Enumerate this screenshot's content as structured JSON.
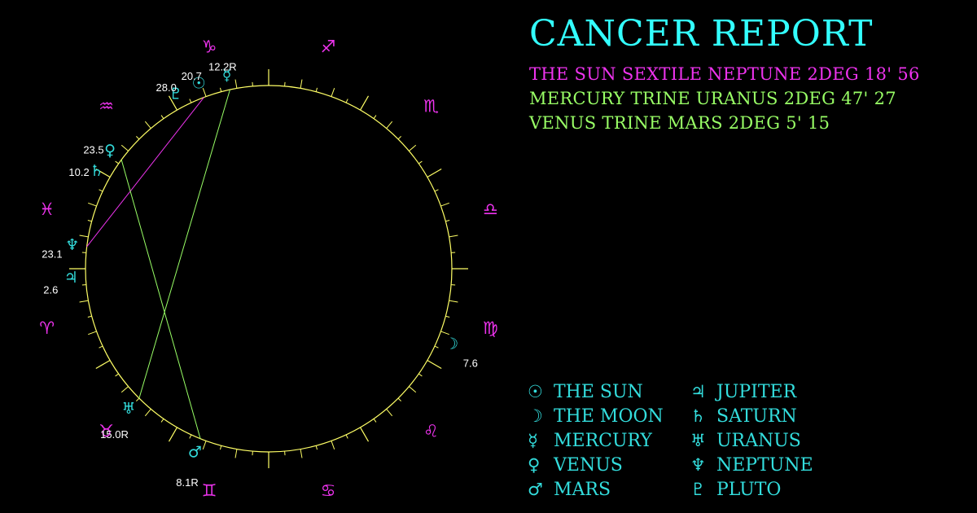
{
  "title": "CANCER REPORT",
  "colors": {
    "background": "#000000",
    "title": "#33ffff",
    "sextile": "#ee33ee",
    "trine": "#99ff66",
    "glyph_planet": "#33dddd",
    "glyph_sign": "#ee33ee",
    "circle": "#ffff66",
    "degree_text": "#ffffff"
  },
  "aspects": [
    {
      "text": "THE SUN SEXTILE NEPTUNE 2DEG 18' 56",
      "kind": "sextile"
    },
    {
      "text": "MERCURY TRINE URANUS 2DEG 47' 27",
      "kind": "trine"
    },
    {
      "text": "VENUS TRINE MARS 2DEG 5' 15",
      "kind": "trine"
    }
  ],
  "legend": [
    {
      "glyph": "☉",
      "label": "THE SUN"
    },
    {
      "glyph": "☽",
      "label": "THE MOON"
    },
    {
      "glyph": "☿",
      "label": "MERCURY"
    },
    {
      "glyph": "♀",
      "label": "VENUS"
    },
    {
      "glyph": "♂",
      "label": "MARS"
    },
    {
      "glyph": "♃",
      "label": "JUPITER"
    },
    {
      "glyph": "♄",
      "label": "SATURN"
    },
    {
      "glyph": "♅",
      "label": "URANUS"
    },
    {
      "glyph": "♆",
      "label": "NEPTUNE"
    },
    {
      "glyph": "♇",
      "label": "PLUTO"
    }
  ],
  "wheel": {
    "ascendant_longitude": 0,
    "signs": [
      {
        "name": "aries",
        "glyph": "♈"
      },
      {
        "name": "taurus",
        "glyph": "♉"
      },
      {
        "name": "gemini",
        "glyph": "♊"
      },
      {
        "name": "cancer",
        "glyph": "♋"
      },
      {
        "name": "leo",
        "glyph": "♌"
      },
      {
        "name": "virgo",
        "glyph": "♍"
      },
      {
        "name": "libra",
        "glyph": "♎"
      },
      {
        "name": "scorpio",
        "glyph": "♏"
      },
      {
        "name": "sagittarius",
        "glyph": "♐"
      },
      {
        "name": "capricorn",
        "glyph": "♑"
      },
      {
        "name": "aquarius",
        "glyph": "♒"
      },
      {
        "name": "pisces",
        "glyph": "♓"
      }
    ],
    "planets": [
      {
        "name": "sun",
        "glyph": "☉",
        "longitude": 290.7,
        "degree_label": "20.7"
      },
      {
        "name": "moon",
        "glyph": "☽",
        "longitude": 157.6,
        "degree_label": "7.6"
      },
      {
        "name": "mercury",
        "glyph": "☿",
        "longitude": 282.2,
        "degree_label": "12.2R"
      },
      {
        "name": "venus",
        "glyph": "♀",
        "longitude": 323.5,
        "degree_label": "23.5"
      },
      {
        "name": "mars",
        "glyph": "♂",
        "longitude": 68.1,
        "degree_label": "8.1R"
      },
      {
        "name": "jupiter",
        "glyph": "♃",
        "longitude": 2.6,
        "degree_label": "2.6"
      },
      {
        "name": "saturn",
        "glyph": "♄",
        "longitude": 330.2,
        "degree_label": "10.2"
      },
      {
        "name": "uranus",
        "glyph": "♅",
        "longitude": 45.0,
        "degree_label": "15.0R"
      },
      {
        "name": "neptune",
        "glyph": "♆",
        "longitude": 353.1,
        "degree_label": "23.1"
      },
      {
        "name": "pluto",
        "glyph": "♇",
        "longitude": 298.0,
        "degree_label": "28.0"
      }
    ],
    "aspect_lines": [
      {
        "from": "sun",
        "to": "neptune",
        "kind": "sextile"
      },
      {
        "from": "mercury",
        "to": "uranus",
        "kind": "trine"
      },
      {
        "from": "venus",
        "to": "mars",
        "kind": "trine"
      }
    ]
  }
}
